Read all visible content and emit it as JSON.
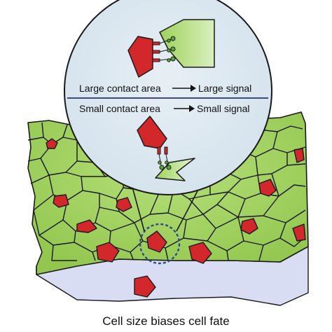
{
  "figure": {
    "caption": "Cell size biases cell fate",
    "magnifier": {
      "large_label": "Large contact area",
      "large_result": "Large signal",
      "small_label": "Small contact area",
      "small_result": "Small signal"
    }
  },
  "colors": {
    "cell_green": "#9ed25a",
    "signal_cell": "#d2282c",
    "outline": "#1a1a1a",
    "lens_fill": "#dfe9f0",
    "tissue_edge": "#d8ddf3",
    "divider": "#3b4a8c",
    "receptor_green": "#5aa832"
  },
  "icons": [
    "arrow-right-icon",
    "receptor-icon"
  ]
}
